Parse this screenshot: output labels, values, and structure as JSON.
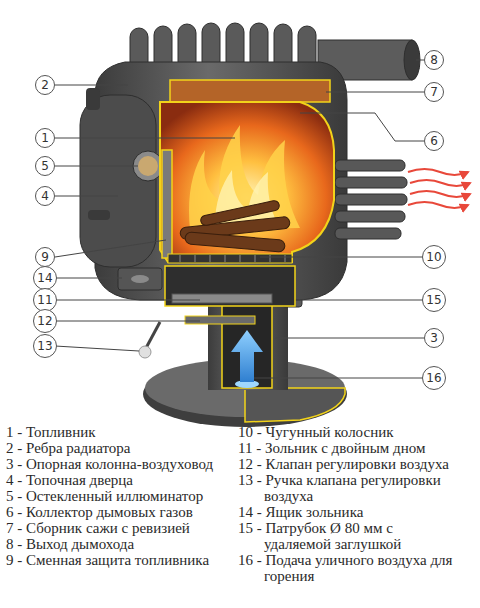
{
  "diagram": {
    "nodes": [
      {
        "text": [
          "8"
        ]
      },
      {
        "text": [
          "2"
        ]
      },
      {
        "text": [
          "7"
        ]
      },
      {
        "text": [
          "1"
        ]
      },
      {
        "text": [
          "6"
        ]
      },
      {
        "text": [
          "5"
        ]
      },
      {
        "text": [
          "4"
        ]
      },
      {
        "text": [
          "9"
        ]
      },
      {
        "text": [
          "10"
        ]
      },
      {
        "text": [
          "14"
        ]
      },
      {
        "text": [
          "11"
        ]
      },
      {
        "text": [
          "15"
        ]
      },
      {
        "text": [
          "12"
        ]
      },
      {
        "text": [
          "3"
        ]
      },
      {
        "text": [
          "13"
        ]
      },
      {
        "text": [
          "16"
        ]
      }
    ],
    "labels": [
      "1 - Топливник",
      "2 - Ребра радиатора",
      "3 - Опорная колонна-воздуховод",
      "4 - Топочная дверца",
      "5 - Остекленный иллюминатор",
      "6 - Коллектор дымовых газов",
      "7 - Сборник сажи с ревизией",
      "8 - Выход дымохода",
      "9 - Сменная защита топливника",
      "10 - Чугунный колосник",
      "11 - Зольник с двойным дном",
      "12 - Клапан регулировки воздуха",
      "13 - Ручка клапана регулировки воздуха",
      "14 - Ящик зольника",
      "15 - Патрубок Ø 80 мм с удаляемой заглушкой",
      "16 - Подача уличного воздуха для горения"
    ]
  }
}
